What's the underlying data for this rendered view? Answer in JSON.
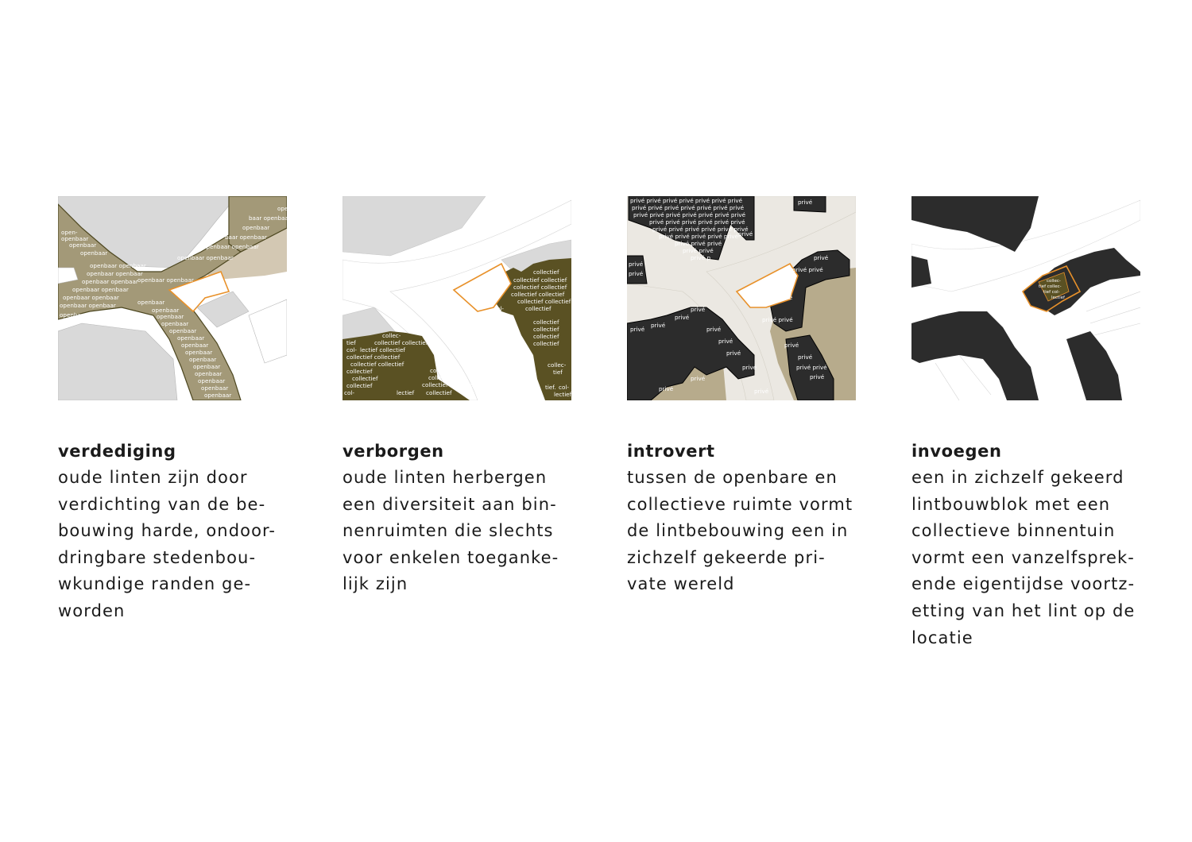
{
  "colors": {
    "accent": "#e8912a",
    "public_fill": "#a39978",
    "public_light": "#d3c8b3",
    "collective_fill": "#5a5123",
    "private_fill": "#2c2c2c",
    "building_grey": "#d9d9d9",
    "street_light": "#ebe8e2",
    "tan_fill": "#b7ab8c"
  },
  "panels": [
    {
      "title": "verdediging",
      "lines": [
        "oude linten zijn door",
        "verdichting van de be-",
        "bouwing harde, ondoor-",
        "dringbare stedenbou-",
        "wkundige randen ge-",
        "worden"
      ],
      "map_labels": [
        "open-",
        "baar openbaar",
        "openbaar",
        "baar openbaar",
        "openbaar openbaar",
        "openbaar openbaar",
        "open-",
        "openbaar",
        "openbaar",
        "openbaar",
        "openbaar openbaar",
        "openbaar openbaar",
        "openbaar openbaar",
        "openbaar openbaar",
        "openbaar openbaar",
        "openbaar openbaar",
        "openbaar openbaar",
        "openbaar",
        "openbaar",
        "openbaar",
        "openbaar",
        "openbaar",
        "openbaar",
        "openbaar",
        "openbaar",
        "openbaar",
        "openbaar",
        "openbaar",
        "openbaar",
        "openbaar",
        "openbaar",
        "openbaar"
      ]
    },
    {
      "title": "verborgen",
      "lines": [
        "oude linten herbergen",
        "een diversiteit aan bin-",
        "nenruimten die slechts",
        "voor enkelen toeganke-",
        "lijk zijn"
      ],
      "map_labels": [
        "collectief",
        "collectief collectief",
        "collectief collectief",
        "col-",
        "collectief collectief",
        "collectief collectief",
        "collectief",
        "collectief",
        "collectief",
        "collectief",
        "collectief",
        "collec-",
        "tief",
        "tief.",
        "col-",
        "lectief",
        "collec-",
        "tief",
        "collectief collectief",
        "col-",
        "lectief collectief",
        "collectief collectief",
        "collectief collectief",
        "collectief",
        "collectief",
        "collectief",
        "collectief",
        "collectief collectief",
        "collectief",
        "col-",
        "lectief",
        "collectief"
      ]
    },
    {
      "title": "introvert",
      "lines": [
        "tussen de openbare en",
        "collectieve ruimte vormt",
        "de lintbebouwing een in",
        "zichzelf gekeerde pri-",
        "vate wereld"
      ],
      "map_labels": [
        "privé privé privé privé privé privé privé",
        "privé privé privé privé privé privé privé",
        "privé privé privé privé privé privé privé",
        "privé privé privé privé privé privé",
        "privé privé privé privé privé privé",
        "privé privé privé privé privé",
        "privé privé privé",
        "privé privé",
        "privé p",
        "privé",
        "privé",
        "privé privé",
        "privé",
        "privé",
        "privé",
        "privé",
        "privé",
        "privé",
        "privé",
        "privé",
        "privé",
        "privé",
        "privé",
        "privé",
        "privé privé",
        "privé",
        "privé",
        "privé privé",
        "privé",
        "privé",
        "privé",
        "privé"
      ]
    },
    {
      "title": "invoegen",
      "lines": [
        "een in zichzelf gekeerd",
        "lintbouwblok met een",
        "collectieve binnentuin",
        "vormt een vanzelfsprek-",
        "ende eigentijdse voortz-",
        "etting van het lint op de",
        "locatie"
      ],
      "map_labels": [
        "collec-",
        "tief collec-",
        "tief col-",
        "lectief"
      ]
    }
  ]
}
